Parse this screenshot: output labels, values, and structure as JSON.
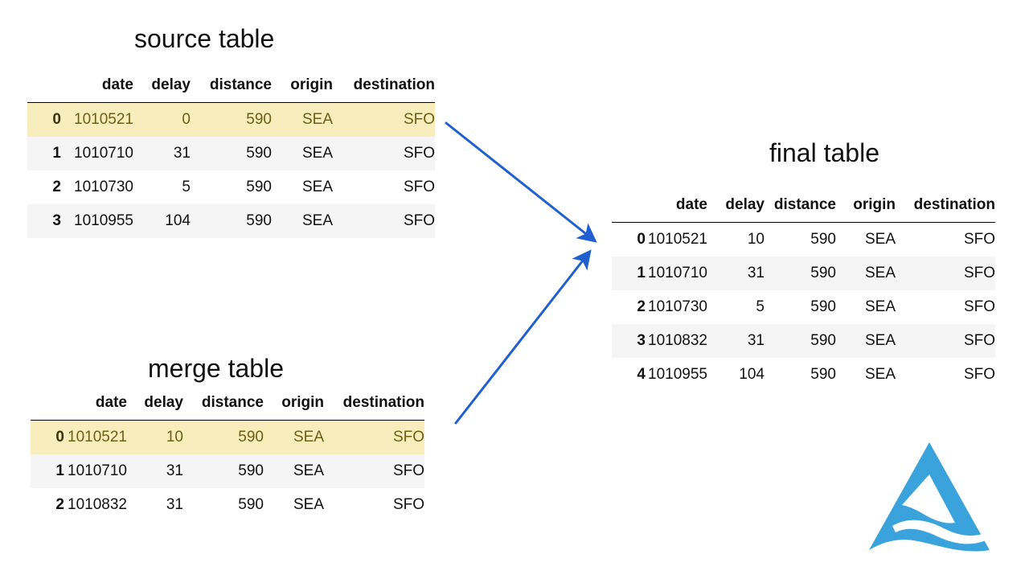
{
  "source": {
    "title": "source table",
    "columns": [
      "",
      "date",
      "delay",
      "distance",
      "origin",
      "destination"
    ],
    "rows": [
      [
        "0",
        "1010521",
        "0",
        "590",
        "SEA",
        "SFO"
      ],
      [
        "1",
        "1010710",
        "31",
        "590",
        "SEA",
        "SFO"
      ],
      [
        "2",
        "1010730",
        "5",
        "590",
        "SEA",
        "SFO"
      ],
      [
        "3",
        "1010955",
        "104",
        "590",
        "SEA",
        "SFO"
      ]
    ],
    "highlight_row": 0
  },
  "merge": {
    "title": "merge table",
    "columns": [
      "",
      "date",
      "delay",
      "distance",
      "origin",
      "destination"
    ],
    "rows": [
      [
        "0",
        "1010521",
        "10",
        "590",
        "SEA",
        "SFO"
      ],
      [
        "1",
        "1010710",
        "31",
        "590",
        "SEA",
        "SFO"
      ],
      [
        "2",
        "1010832",
        "31",
        "590",
        "SEA",
        "SFO"
      ]
    ],
    "highlight_row": 0
  },
  "final": {
    "title": "final table",
    "columns": [
      "",
      "date",
      "delay",
      "distance",
      "origin",
      "destination"
    ],
    "rows": [
      [
        "0",
        "1010521",
        "10",
        "590",
        "SEA",
        "SFO"
      ],
      [
        "1",
        "1010710",
        "31",
        "590",
        "SEA",
        "SFO"
      ],
      [
        "2",
        "1010730",
        "5",
        "590",
        "SEA",
        "SFO"
      ],
      [
        "3",
        "1010832",
        "31",
        "590",
        "SEA",
        "SFO"
      ],
      [
        "4",
        "1010955",
        "104",
        "590",
        "SEA",
        "SFO"
      ]
    ],
    "highlight_row": null
  },
  "colors": {
    "highlight": "#f8eebd",
    "stripe": "#f5f5f5",
    "arrow": "#1f5fd0",
    "logo": "#3aa3db"
  },
  "logo_icon": "delta-lake-logo-icon"
}
